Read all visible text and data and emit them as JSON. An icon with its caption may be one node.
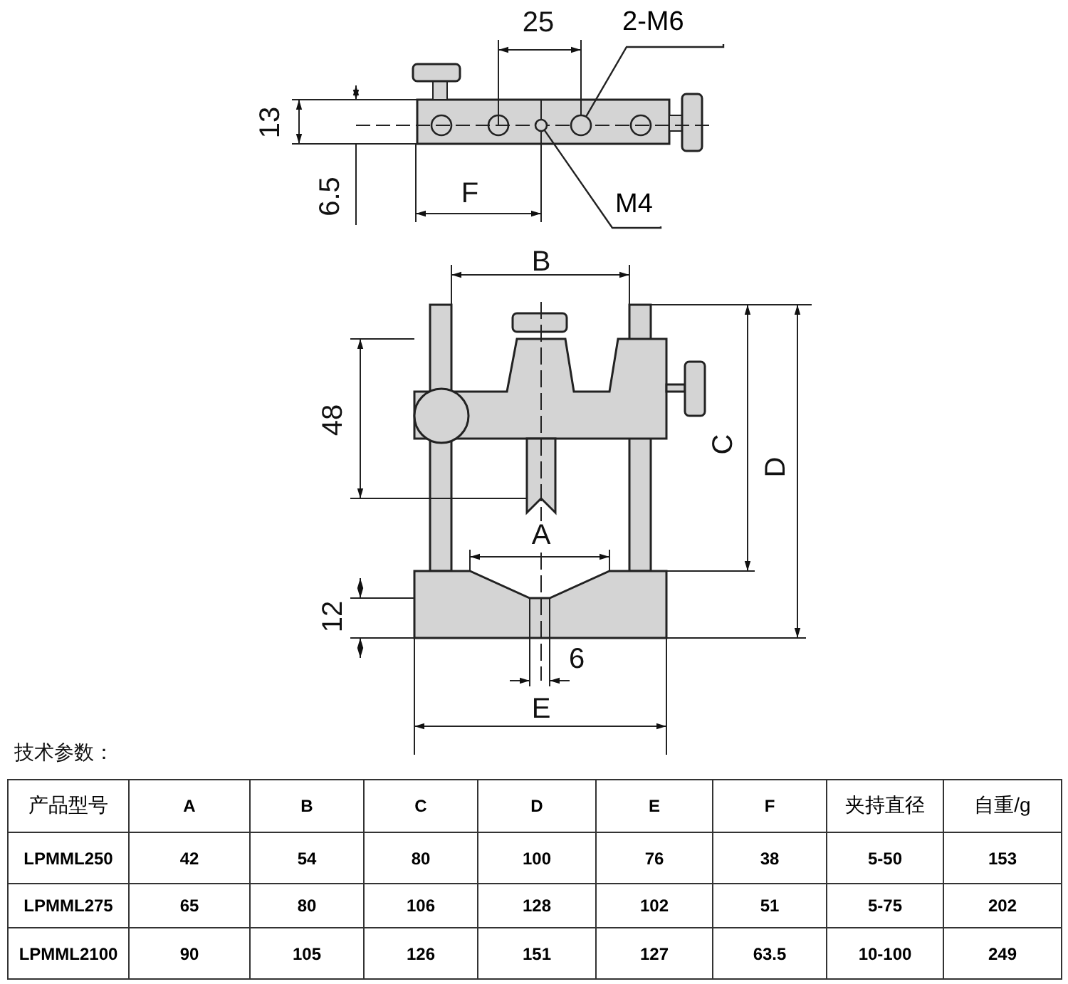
{
  "diagram": {
    "nodes": [
      {
        "text": [
          "2-M6"
        ]
      },
      {
        "text": [
          "M4"
        ]
      },
      {
        "text": [],
        "shape": "circle"
      },
      {
        "text": [],
        "shape": "circle"
      }
    ],
    "edges": [
      {
        "from": 0,
        "to": 3,
        "arrow": "none"
      },
      {
        "from": 1,
        "to": 2,
        "arrow": "none"
      }
    ],
    "labels": [
      "25",
      "13",
      "6.5",
      "F",
      "B",
      "48",
      "C",
      "D",
      "A",
      "12",
      "6",
      "E",
      "技术参数：",
      "产品型号",
      "A",
      "B",
      "C",
      "D",
      "E",
      "F",
      "夹持直径",
      "自重/g",
      "LPMML250",
      "42",
      "54",
      "80",
      "100",
      "76",
      "38",
      "5-50",
      "153",
      "LPMML275",
      "65",
      "80",
      "106",
      "128",
      "102",
      "51",
      "5-75",
      "202",
      "LPMML2100",
      "90",
      "105",
      "126",
      "151",
      "127",
      "63.5",
      "10-100",
      "249"
    ]
  }
}
